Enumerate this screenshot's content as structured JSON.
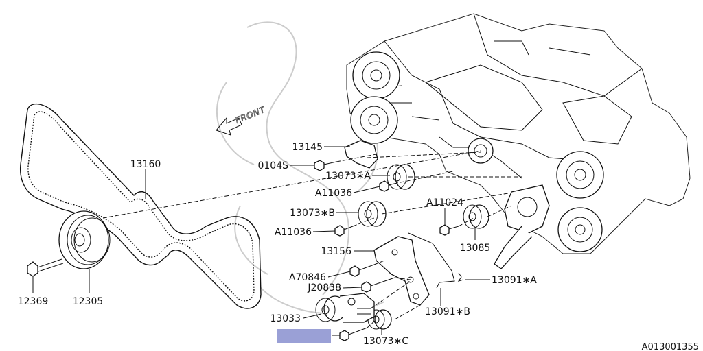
{
  "diagram": {
    "id": "A013001355",
    "front_label": "FRONT",
    "labels": {
      "p13145": "13145",
      "p0104S": "0104S",
      "p13073A": "13073∗A",
      "pA11036a": "A11036",
      "p13073B": "13073∗B",
      "pA11036b": "A11036",
      "pA11024": "A11024",
      "p13160": "13160",
      "p13085": "13085",
      "p13156": "13156",
      "pA70846": "A70846",
      "p13091A": "13091∗A",
      "pJ20838": "J20838",
      "p13091B": "13091∗B",
      "p13033": "13033",
      "p13073C": "13073∗C",
      "p12369": "12369",
      "p12305": "12305"
    },
    "highlight_color": "#9aa0d6"
  }
}
